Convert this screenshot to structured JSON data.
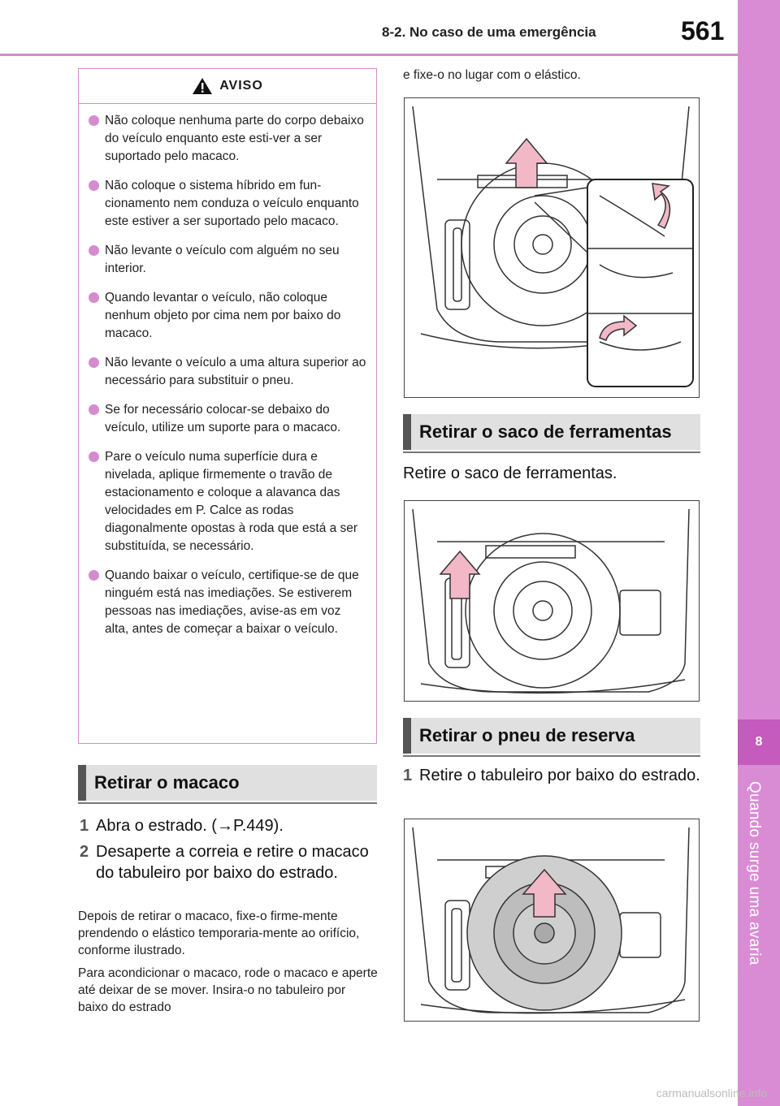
{
  "header": {
    "section_title": "8-2. No caso de uma emergência",
    "page_number": "561"
  },
  "side_tab": {
    "chapter": "8",
    "label": "Quando surge uma avaria"
  },
  "warning": {
    "title": "AVISO",
    "items": [
      "Não coloque nenhuma parte do corpo debaixo do veículo enquanto este esti-ver a ser suportado pelo macaco.",
      "Não coloque o sistema híbrido em fun-cionamento nem conduza o veículo enquanto este estiver a ser suportado pelo macaco.",
      "Não levante o veículo com alguém no seu interior.",
      "Quando levantar o veículo, não coloque nenhum objeto por cima nem por baixo do macaco.",
      "Não levante o veículo a uma altura superior ao necessário para substituir o pneu.",
      "Se for necessário colocar-se debaixo do veículo, utilize um suporte para o macaco.",
      "Pare o veículo numa superfície dura e nivelada, aplique firmemente o travão de estacionamento e coloque a alavanca das velocidades em P. Calce as rodas diagonalmente opostas à roda que está a ser substituída, se necessário.",
      "Quando baixar o veículo, certifique-se de que ninguém está nas imediações. Se estiverem pessoas nas imediações, avise-as em voz alta, antes de começar a baixar o veículo."
    ]
  },
  "sections": {
    "remove_jack": {
      "title": "Retirar o macaco",
      "steps": [
        {
          "num": "1",
          "text": "Abra o estrado. (→P.449)."
        },
        {
          "num": "2",
          "text": "Desaperte a correia e retire o macaco do tabuleiro por baixo do estrado."
        }
      ],
      "paragraphs": [
        "Depois de retirar o macaco, fixe-o firme-mente prendendo o elástico temporaria-mente ao orifício, conforme ilustrado.",
        "Para acondicionar o macaco, rode o macaco e aperte até deixar de se mover. Insira-o no tabuleiro por baixo do estrado"
      ],
      "continuation": "e fixe-o no lugar com o elástico."
    },
    "remove_tool_bag": {
      "title": "Retirar o saco de ferramentas",
      "text": "Retire o saco de ferramentas."
    },
    "remove_spare_tire": {
      "title": "Retirar o pneu de reserva",
      "steps": [
        {
          "num": "1",
          "text": "Retire o tabuleiro por baixo do estrado."
        }
      ]
    }
  },
  "colors": {
    "accent_pink": "#d48ccf",
    "tab_dark": "#c45bbd",
    "arrow_fill": "#f2b8c6"
  },
  "watermark": "carmanualsonline.info"
}
